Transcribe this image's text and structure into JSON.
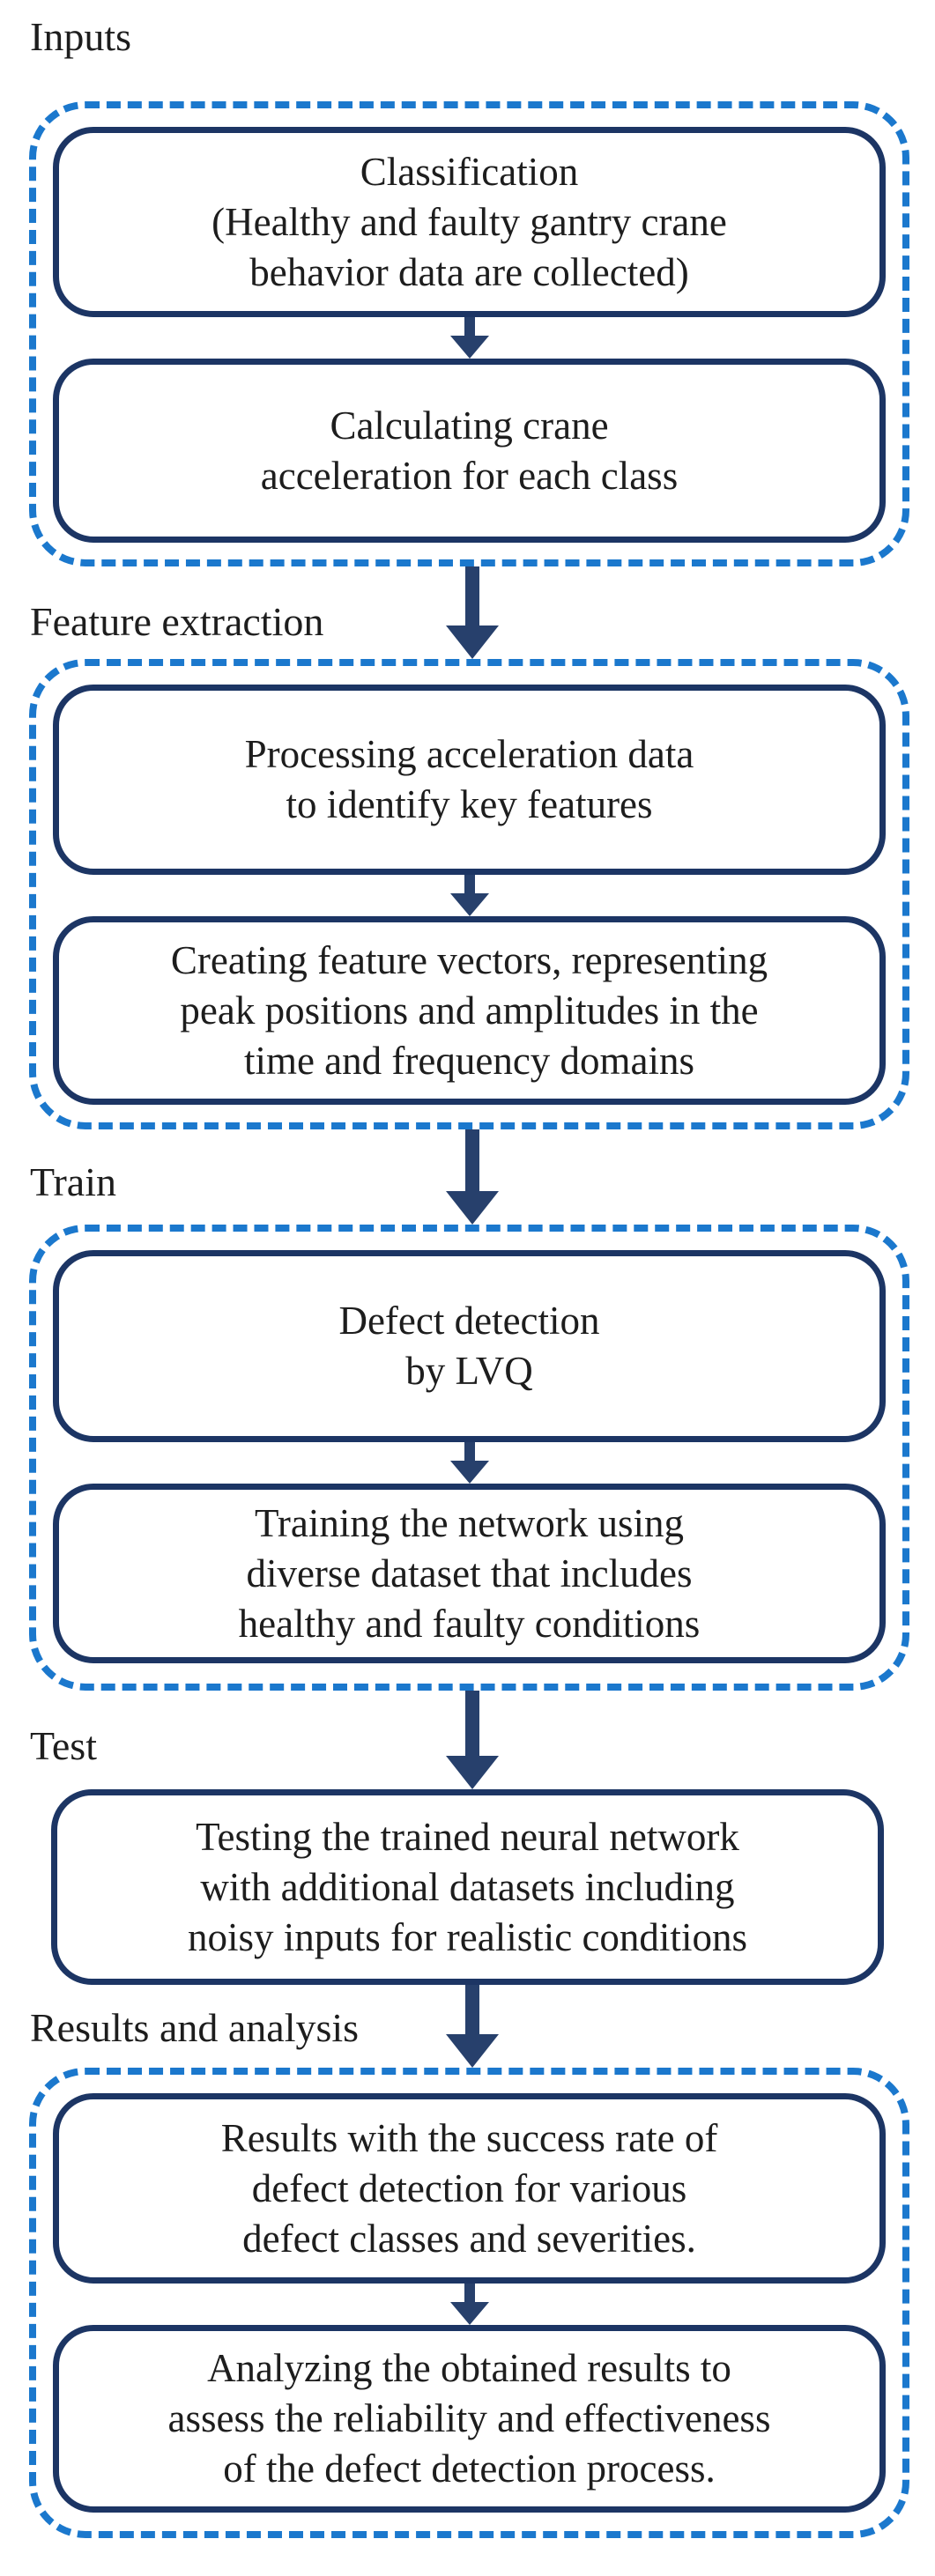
{
  "colors": {
    "container_dash": "#1b78cd",
    "box_border": "#1c3564",
    "arrow": "#27406c",
    "text": "#1d1d1d",
    "background": "#ffffff"
  },
  "flow": {
    "sections": [
      {
        "label": "Inputs",
        "container": "dashed",
        "boxes": [
          {
            "lines": [
              "Classification",
              "(Healthy and faulty gantry crane",
              "behavior data are collected)"
            ]
          },
          {
            "lines": [
              "Calculating crane",
              "acceleration for each class"
            ]
          }
        ]
      },
      {
        "label": "Feature extraction",
        "container": "dashed",
        "boxes": [
          {
            "lines": [
              "Processing acceleration data",
              "to identify key features"
            ]
          },
          {
            "lines": [
              "Creating feature vectors, representing",
              "peak positions and amplitudes in the",
              "time and frequency domains"
            ]
          }
        ]
      },
      {
        "label": "Train",
        "container": "dashed",
        "boxes": [
          {
            "lines": [
              "Defect detection",
              "by LVQ"
            ]
          },
          {
            "lines": [
              "Training the network using",
              "diverse dataset that includes",
              "healthy and faulty conditions"
            ]
          }
        ]
      },
      {
        "label": "Test",
        "container": "none",
        "boxes": [
          {
            "lines": [
              "Testing the trained neural network",
              "with additional datasets including",
              "noisy inputs for realistic conditions"
            ]
          }
        ]
      },
      {
        "label": "Results and analysis",
        "container": "dashed",
        "boxes": [
          {
            "lines": [
              "Results with the success rate of",
              "defect detection for various",
              "defect classes and severities."
            ]
          },
          {
            "lines": [
              "Analyzing the obtained results to",
              "assess the reliability and effectiveness",
              "of the defect detection process."
            ]
          }
        ]
      }
    ]
  }
}
